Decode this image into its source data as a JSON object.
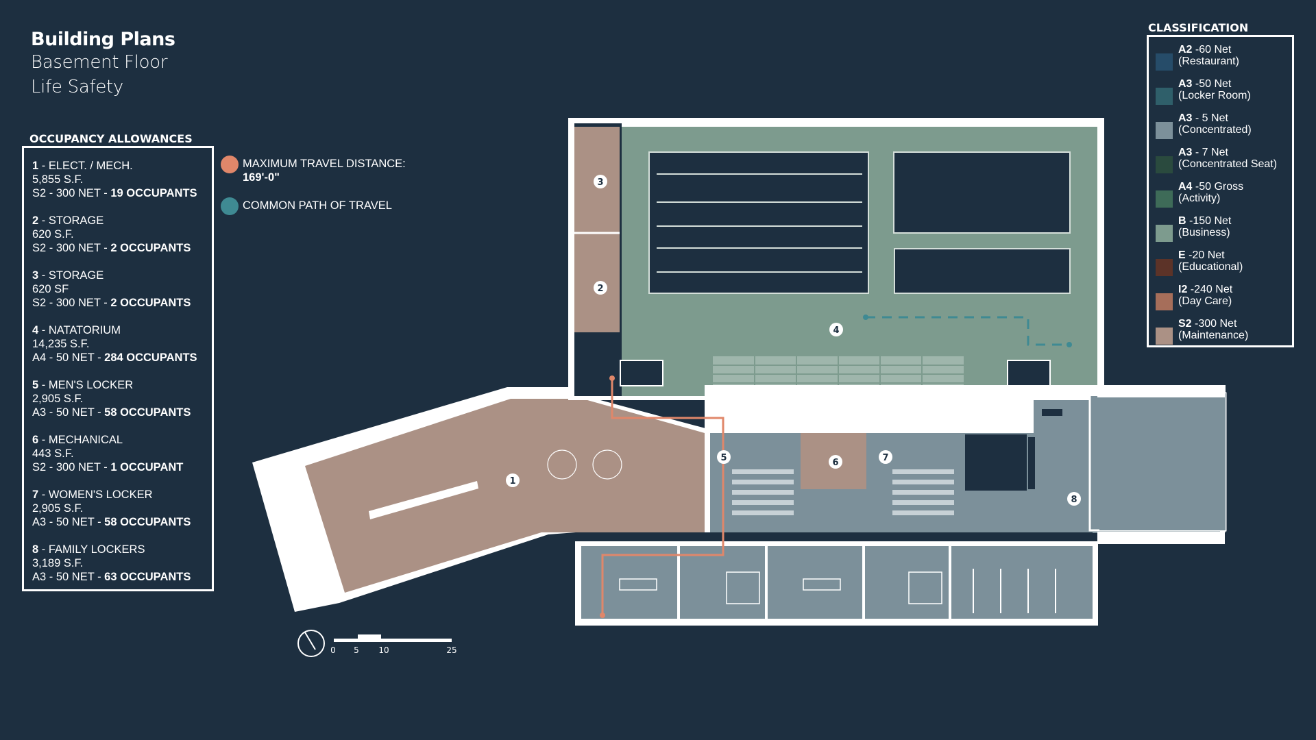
{
  "header": {
    "title": "Building Plans",
    "subtitle1": "Basement Floor",
    "subtitle2": "Life Safety"
  },
  "occupancy": {
    "heading": "OCCUPANCY ALLOWANCES",
    "entries": [
      {
        "num": "1",
        "name": " - ELECT. / MECH.",
        "area": "5,855 S.F.",
        "rule": "S2 - 300 NET - ",
        "occupants": "19 OCCUPANTS"
      },
      {
        "num": "2",
        "name": " - STORAGE",
        "area": "620 S.F.",
        "rule": "S2 - 300 NET - ",
        "occupants": "2 OCCUPANTS"
      },
      {
        "num": "3",
        "name": " - STORAGE",
        "area": "620 SF",
        "rule": "S2 - 300 NET - ",
        "occupants": "2 OCCUPANTS"
      },
      {
        "num": "4",
        "name": " - NATATORIUM",
        "area": "14,235 S.F.",
        "rule": "A4 - 50 NET - ",
        "occupants": "284 OCCUPANTS"
      },
      {
        "num": "5",
        "name": " - MEN'S LOCKER",
        "area": "2,905 S.F.",
        "rule": "A3 - 50 NET - ",
        "occupants": "58 OCCUPANTS"
      },
      {
        "num": "6",
        "name": " - MECHANICAL",
        "area": "443 S.F.",
        "rule": "S2 - 300 NET - ",
        "occupants": "1 OCCUPANT"
      },
      {
        "num": "7",
        "name": " - WOMEN'S LOCKER",
        "area": "2,905 S.F.",
        "rule": "A3 - 50 NET - ",
        "occupants": "58 OCCUPANTS"
      },
      {
        "num": "8",
        "name": " - FAMILY LOCKERS",
        "area": "3,189 S.F.",
        "rule": "A3 - 50 NET - ",
        "occupants": "63 OCCUPANTS"
      }
    ]
  },
  "travel_legend": {
    "max_label": "MAXIMUM TRAVEL DISTANCE:",
    "max_value": "169'-0\"",
    "max_color": "#e0876a",
    "common_label": "COMMON PATH OF TRAVEL",
    "common_color": "#3f8a93"
  },
  "classification": {
    "heading": "CLASSIFICATION",
    "items": [
      {
        "code": "A2",
        "label": " -60 Net",
        "desc": "(Restaurant)",
        "color": "#264c69"
      },
      {
        "code": "A3",
        "label": " -50 Net",
        "desc": "(Locker Room)",
        "color": "#2f5f6a"
      },
      {
        "code": "A3",
        "label": " - 5 Net",
        "desc": "(Concentrated)",
        "color": "#7c909a"
      },
      {
        "code": "A3",
        "label": " - 7 Net",
        "desc": "(Concentrated Seat)",
        "color": "#2a4a3e"
      },
      {
        "code": "A4",
        "label": " -50 Gross",
        "desc": "(Activity)",
        "color": "#3e6b58"
      },
      {
        "code": "B",
        "label": " -150 Net",
        "desc": "(Business)",
        "color": "#7d9b8e"
      },
      {
        "code": "E",
        "label": " -20 Net",
        "desc": "(Educational)",
        "color": "#5c3328"
      },
      {
        "code": "I2",
        "label": " -240 Net",
        "desc": "(Day Care)",
        "color": "#a66e5a"
      },
      {
        "code": "S2",
        "label": " -300 Net",
        "desc": "(Maintenance)",
        "color": "#ab9185"
      }
    ]
  },
  "plan": {
    "colors": {
      "natatorium": "#7d9b8e",
      "storage": "#ab9185",
      "locker": "#7c909a",
      "wall": "#ffffff",
      "background": "#1d2f40"
    },
    "room_numbers": [
      "1",
      "2",
      "3",
      "4",
      "5",
      "6",
      "7",
      "8"
    ]
  },
  "scale": {
    "ticks": [
      "0",
      "5",
      "10",
      "25"
    ]
  }
}
